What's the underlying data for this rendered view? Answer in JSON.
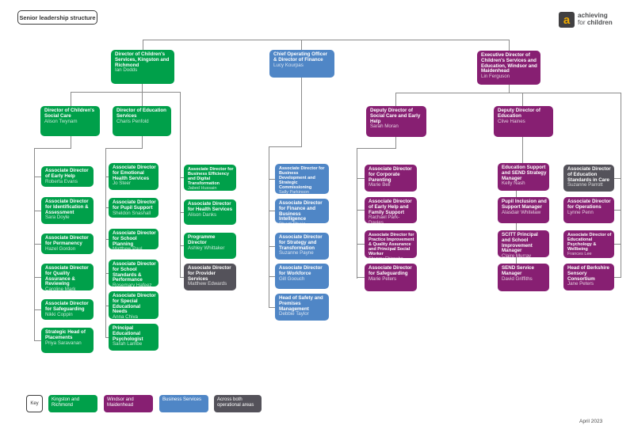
{
  "page": {
    "title": "Senior leadership structure",
    "date": "April 2023"
  },
  "logo": {
    "icon_glyph": "a",
    "line1": "achieving",
    "line2_light": "for",
    "line2_bold": "children"
  },
  "palette": {
    "kingston_richmond": "#00a04a",
    "windsor_maidenhead": "#871f72",
    "business_services": "#4f86c6",
    "across_both": "#54525a",
    "line": "#8b8b8b"
  },
  "legend": {
    "key_label": "Key",
    "items": [
      {
        "label": "Kingston and Richmond",
        "category": "kingston_richmond"
      },
      {
        "label": "Windsor and Maidenhead",
        "category": "windsor_maidenhead"
      },
      {
        "label": "Business Services",
        "category": "business_services"
      },
      {
        "label": "Across both operational areas",
        "category": "across_both"
      }
    ]
  },
  "nodes": [
    {
      "id": "dcs",
      "title": "Director of Children's Services, Kingston and Richmond",
      "name": "Ian Dodds",
      "category": "kingston_richmond"
    },
    {
      "id": "coo",
      "title": "Chief Operating Officer & Director of Finance",
      "name": "Lucy Kourpas",
      "category": "business_services"
    },
    {
      "id": "ed",
      "title": "Executive Director of Children's Services and Education, Windsor and Maidenhead",
      "name": "Lin Ferguson",
      "category": "windsor_maidenhead"
    },
    {
      "id": "dcsc",
      "title": "Director of Children's Social Care",
      "name": "Alison Twynam",
      "category": "kingston_richmond"
    },
    {
      "id": "des",
      "title": "Director of Education Services",
      "name": "Charis Penfold",
      "category": "kingston_richmond"
    },
    {
      "id": "ddsc",
      "title": "Deputy Director of Social Care and Early Help",
      "name": "Sarah Moran",
      "category": "windsor_maidenhead"
    },
    {
      "id": "dde",
      "title": "Deputy Director of Education",
      "name": "Clive Haines",
      "category": "windsor_maidenhead"
    },
    {
      "id": "c1_1",
      "title": "Associate Director of Early Help",
      "name": "Roberta Evans",
      "category": "kingston_richmond"
    },
    {
      "id": "c1_2",
      "title": "Associate Director for Identification & Assessment",
      "name": "Sara Doyle",
      "category": "kingston_richmond"
    },
    {
      "id": "c1_3",
      "title": "Associate Director for Permanency",
      "name": "Hazel Gordon",
      "category": "kingston_richmond"
    },
    {
      "id": "c1_4",
      "title": "Associate Director for Quality Assurance & Reviewing",
      "name": "Caroline Mark",
      "category": "kingston_richmond"
    },
    {
      "id": "c1_5",
      "title": "Associate Director for Safeguarding",
      "name": "Nikki Coppin",
      "category": "kingston_richmond"
    },
    {
      "id": "c1_6",
      "title": "Strategic Head of Placements",
      "name": "Priya Saravanan",
      "category": "kingston_richmond"
    },
    {
      "id": "c2_1",
      "title": "Associate Director for Emotional Health Services",
      "name": "Jo Steer",
      "category": "kingston_richmond"
    },
    {
      "id": "c2_2",
      "title": "Associate Director for Pupil Support",
      "name": "Sheldon Snashall",
      "category": "kingston_richmond"
    },
    {
      "id": "c2_3",
      "title": "Associate Director for School Planning",
      "name": "Matthew Paul",
      "category": "kingston_richmond"
    },
    {
      "id": "c2_4",
      "title": "Associate Director for School Standards & Performance",
      "name": "Rosemary Hafeez",
      "category": "kingston_richmond"
    },
    {
      "id": "c2_5",
      "title": "Associate Director for Special Educational Needs",
      "name": "Anna Chiva",
      "category": "kingston_richmond"
    },
    {
      "id": "c2_6",
      "title": "Principal Educational Psychologist",
      "name": "Sarah Lambe",
      "category": "kingston_richmond"
    },
    {
      "id": "c3_1",
      "title": "Associate Director for Business Efficiency and Digital Transformation",
      "name": "Jabed Hussain",
      "category": "kingston_richmond",
      "small": true
    },
    {
      "id": "c3_2",
      "title": "Associate Director for Health Services",
      "name": "Alison Danks",
      "category": "kingston_richmond"
    },
    {
      "id": "c3_3",
      "title": "Programme Director",
      "name": "Ashley Whittaker",
      "category": "kingston_richmond"
    },
    {
      "id": "c3_4",
      "title": "Associate Director for Provider Services",
      "name": "Matthew Edwards",
      "category": "across_both"
    },
    {
      "id": "c4_1",
      "title": "Associate Director for Business Development and Strategic Commissioning",
      "name": "Sally Parkinson",
      "category": "business_services",
      "small": true
    },
    {
      "id": "c4_2",
      "title": "Associate Director for Finance and Business Intelligence",
      "name": "Bharti Bhoja",
      "category": "business_services"
    },
    {
      "id": "c4_3",
      "title": "Associate Director for Strategy and Transformation",
      "name": "Suzanne Payne",
      "category": "business_services"
    },
    {
      "id": "c4_4",
      "title": "Associate Director for Workforce",
      "name": "Gill Goouch",
      "category": "business_services"
    },
    {
      "id": "c4_5",
      "title": "Head of Safety and Premises Management",
      "name": "Debbie Taylor",
      "category": "business_services"
    },
    {
      "id": "c5_1",
      "title": "Associate Director for Corporate Parenting",
      "name": "Marie Bell",
      "category": "windsor_maidenhead"
    },
    {
      "id": "c5_2",
      "title": "Associate Director of Early Help and Family Support",
      "name": "Rachael Park-Davies",
      "category": "windsor_maidenhead"
    },
    {
      "id": "c5_3",
      "title": "Associate Director for Practice Improvement & Quality Assurance and Principal Social Worker",
      "name": "Shungu Chigocha",
      "category": "windsor_maidenhead",
      "small": true
    },
    {
      "id": "c5_4",
      "title": "Associate Director for Safeguarding",
      "name": "Marie Peters",
      "category": "windsor_maidenhead"
    },
    {
      "id": "c6_1",
      "title": "Education Support and SEND Strategy Manager",
      "name": "Kelly Nash",
      "category": "windsor_maidenhead"
    },
    {
      "id": "c6_2",
      "title": "Pupil Inclusion and Support Manager",
      "name": "Alasdair Whitelaw",
      "category": "windsor_maidenhead"
    },
    {
      "id": "c6_3",
      "title": "SCITT Principal and School Improvement Manager",
      "name": "Claire Murray",
      "category": "windsor_maidenhead"
    },
    {
      "id": "c6_4",
      "title": "SEND Service Manager",
      "name": "David Griffiths",
      "category": "windsor_maidenhead"
    },
    {
      "id": "c7_1",
      "title": "Associate Director of Education Standards in Care",
      "name": "Suzanne Parrott",
      "category": "across_both"
    },
    {
      "id": "c7_2",
      "title": "Associate Director for Operations",
      "name": "Lynne Penn",
      "category": "windsor_maidenhead"
    },
    {
      "id": "c7_3",
      "title": "Associate Director of Educational Psychology & Wellbeing",
      "name": "Frances Lee",
      "category": "windsor_maidenhead",
      "small": true
    },
    {
      "id": "c7_4",
      "title": "Head of Berkshire Sensory Consortium",
      "name": "Jane Peters",
      "category": "windsor_maidenhead"
    }
  ]
}
